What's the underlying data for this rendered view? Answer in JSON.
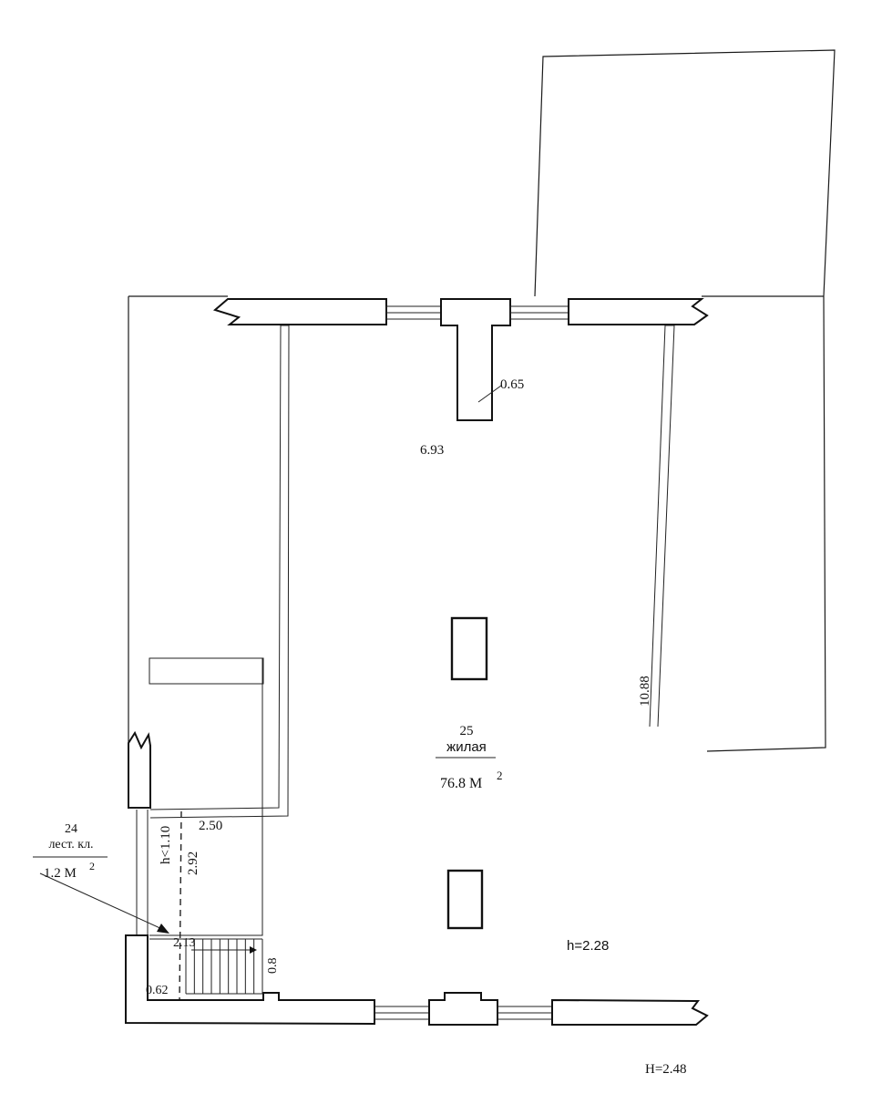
{
  "plan": {
    "main_room": {
      "number": "25",
      "name": "жилая",
      "area": "76.8 М",
      "area_unit_sup": "2"
    },
    "stair_room": {
      "number": "24",
      "name": "лест. кл.",
      "area": "1.2 М",
      "area_unit_sup": "2"
    },
    "dimensions": {
      "pillar": "0.65",
      "width_top": "6.93",
      "length_right": "10.88",
      "corridor_width": "2.50",
      "stair_height_note": "h<1.10",
      "stair_length": "2.92",
      "stair_width": "2.13",
      "stair_step": "0.8",
      "bottom_offset": "0.62",
      "room_height": "h=2.28",
      "floor_height": "H=2.48"
    }
  }
}
